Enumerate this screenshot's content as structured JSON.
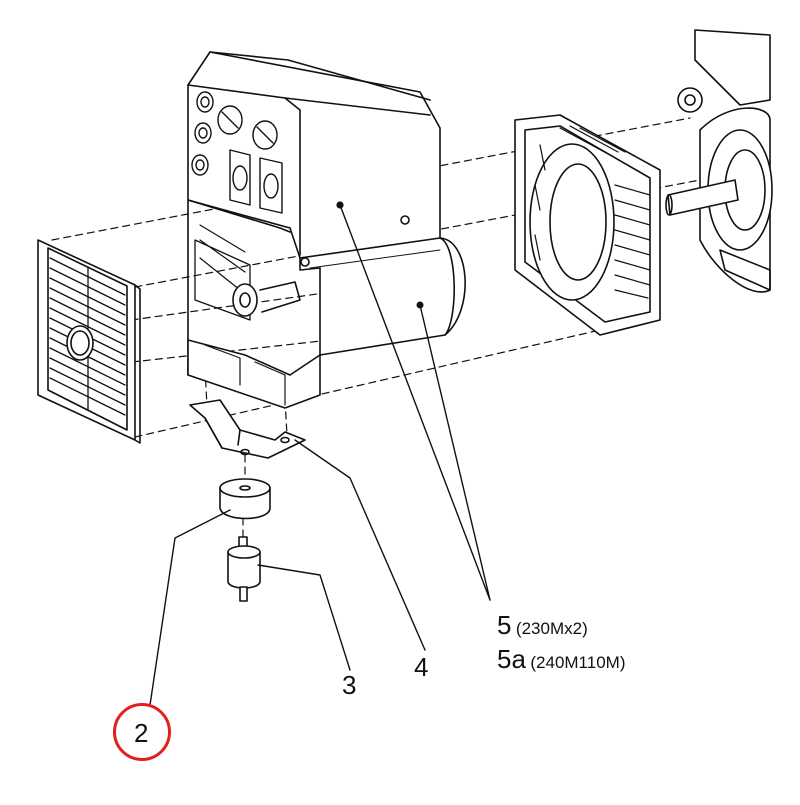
{
  "diagram": {
    "colors": {
      "line": "#111111",
      "highlight": "#e0201b",
      "background": "#ffffff"
    },
    "callouts": [
      {
        "id": "2",
        "label": "2",
        "highlighted": true
      },
      {
        "id": "3",
        "label": "3"
      },
      {
        "id": "4",
        "label": "4"
      },
      {
        "id": "5",
        "label": "5",
        "note": "(230Mx2)"
      },
      {
        "id": "5a",
        "label": "5a",
        "note": "(240M110M)"
      }
    ],
    "parts": [
      "intake-grille",
      "control-box-cover",
      "alternator-housing",
      "mounting-bracket",
      "rubber-mount",
      "anti-vibration-stud",
      "fan-end-bell",
      "engine-shaft"
    ]
  }
}
